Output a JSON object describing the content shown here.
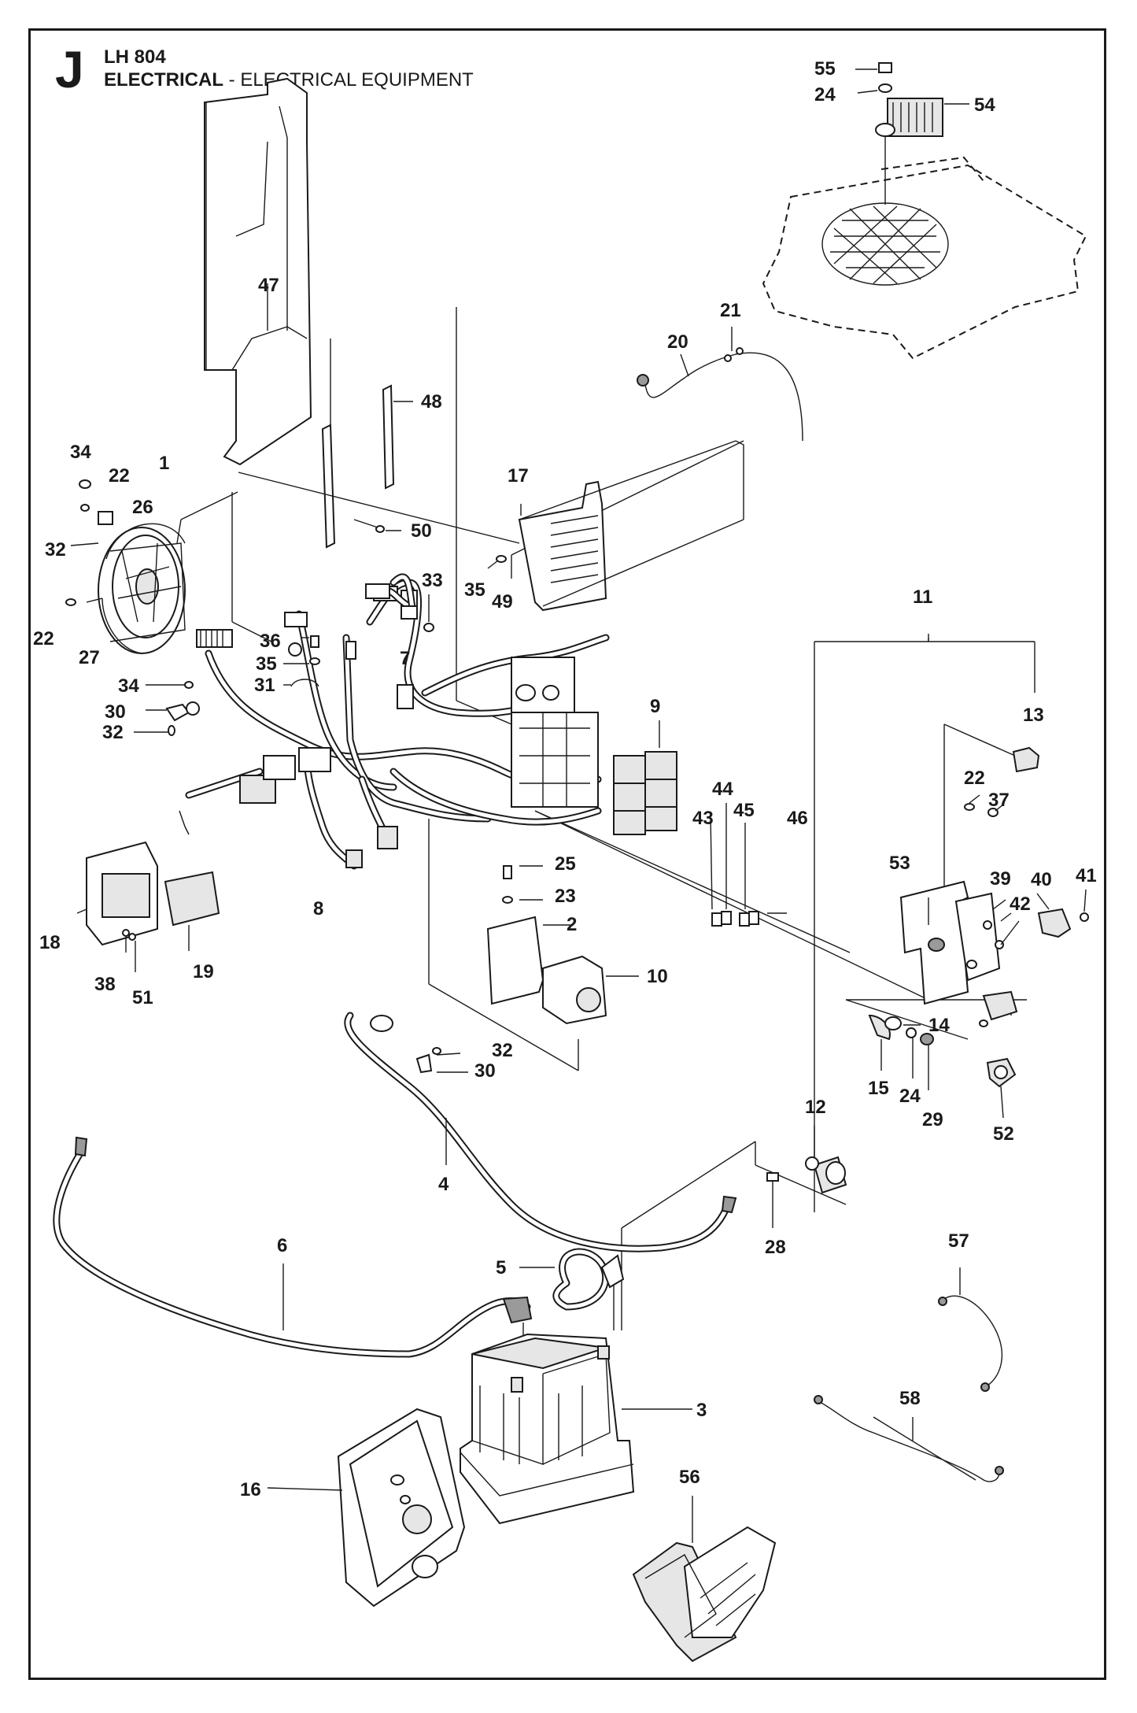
{
  "header": {
    "section_letter": "J",
    "model": "LH 804",
    "title_bold": "ELECTRICAL",
    "title_rest": " - ELECTRICAL EQUIPMENT"
  },
  "callouts": [
    "1",
    "2",
    "3",
    "4",
    "5",
    "6",
    "7",
    "8",
    "9",
    "10",
    "11",
    "12",
    "13",
    "14",
    "15",
    "16",
    "17",
    "18",
    "19",
    "20",
    "21",
    "22",
    "22b",
    "22c",
    "23",
    "24",
    "24b",
    "25",
    "26",
    "27",
    "28",
    "29",
    "30",
    "30b",
    "31",
    "32",
    "32b",
    "32c",
    "33",
    "34",
    "34b",
    "35",
    "35b",
    "36",
    "37",
    "38",
    "39",
    "40",
    "41",
    "42",
    "43",
    "44",
    "45",
    "46",
    "47",
    "48",
    "49",
    "50",
    "51",
    "52",
    "53",
    "54",
    "55",
    "56",
    "57",
    "58"
  ],
  "labels": {
    "1": "1",
    "2": "2",
    "3": "3",
    "4": "4",
    "5": "5",
    "6": "6",
    "7": "7",
    "8": "8",
    "9": "9",
    "10": "10",
    "11": "11",
    "12": "12",
    "13": "13",
    "14": "14",
    "15": "15",
    "16": "16",
    "17": "17",
    "18": "18",
    "19": "19",
    "20": "20",
    "21": "21",
    "22": "22",
    "22b": "22",
    "22c": "22",
    "23": "23",
    "24": "24",
    "24b": "24",
    "25": "25",
    "26": "26",
    "27": "27",
    "28": "28",
    "29": "29",
    "30": "30",
    "30b": "30",
    "31": "31",
    "32": "32",
    "32b": "32",
    "32c": "32",
    "33": "33",
    "34": "34",
    "34b": "34",
    "35": "35",
    "35b": "35",
    "36": "36",
    "37": "37",
    "38": "38",
    "39": "39",
    "40": "40",
    "41": "41",
    "42": "42",
    "43": "43",
    "44": "44",
    "45": "45",
    "46": "46",
    "47": "47",
    "48": "48",
    "49": "49",
    "50": "50",
    "51": "51",
    "52": "52",
    "53": "53",
    "54": "54",
    "55": "55",
    "56": "56",
    "57": "57",
    "58": "58"
  }
}
